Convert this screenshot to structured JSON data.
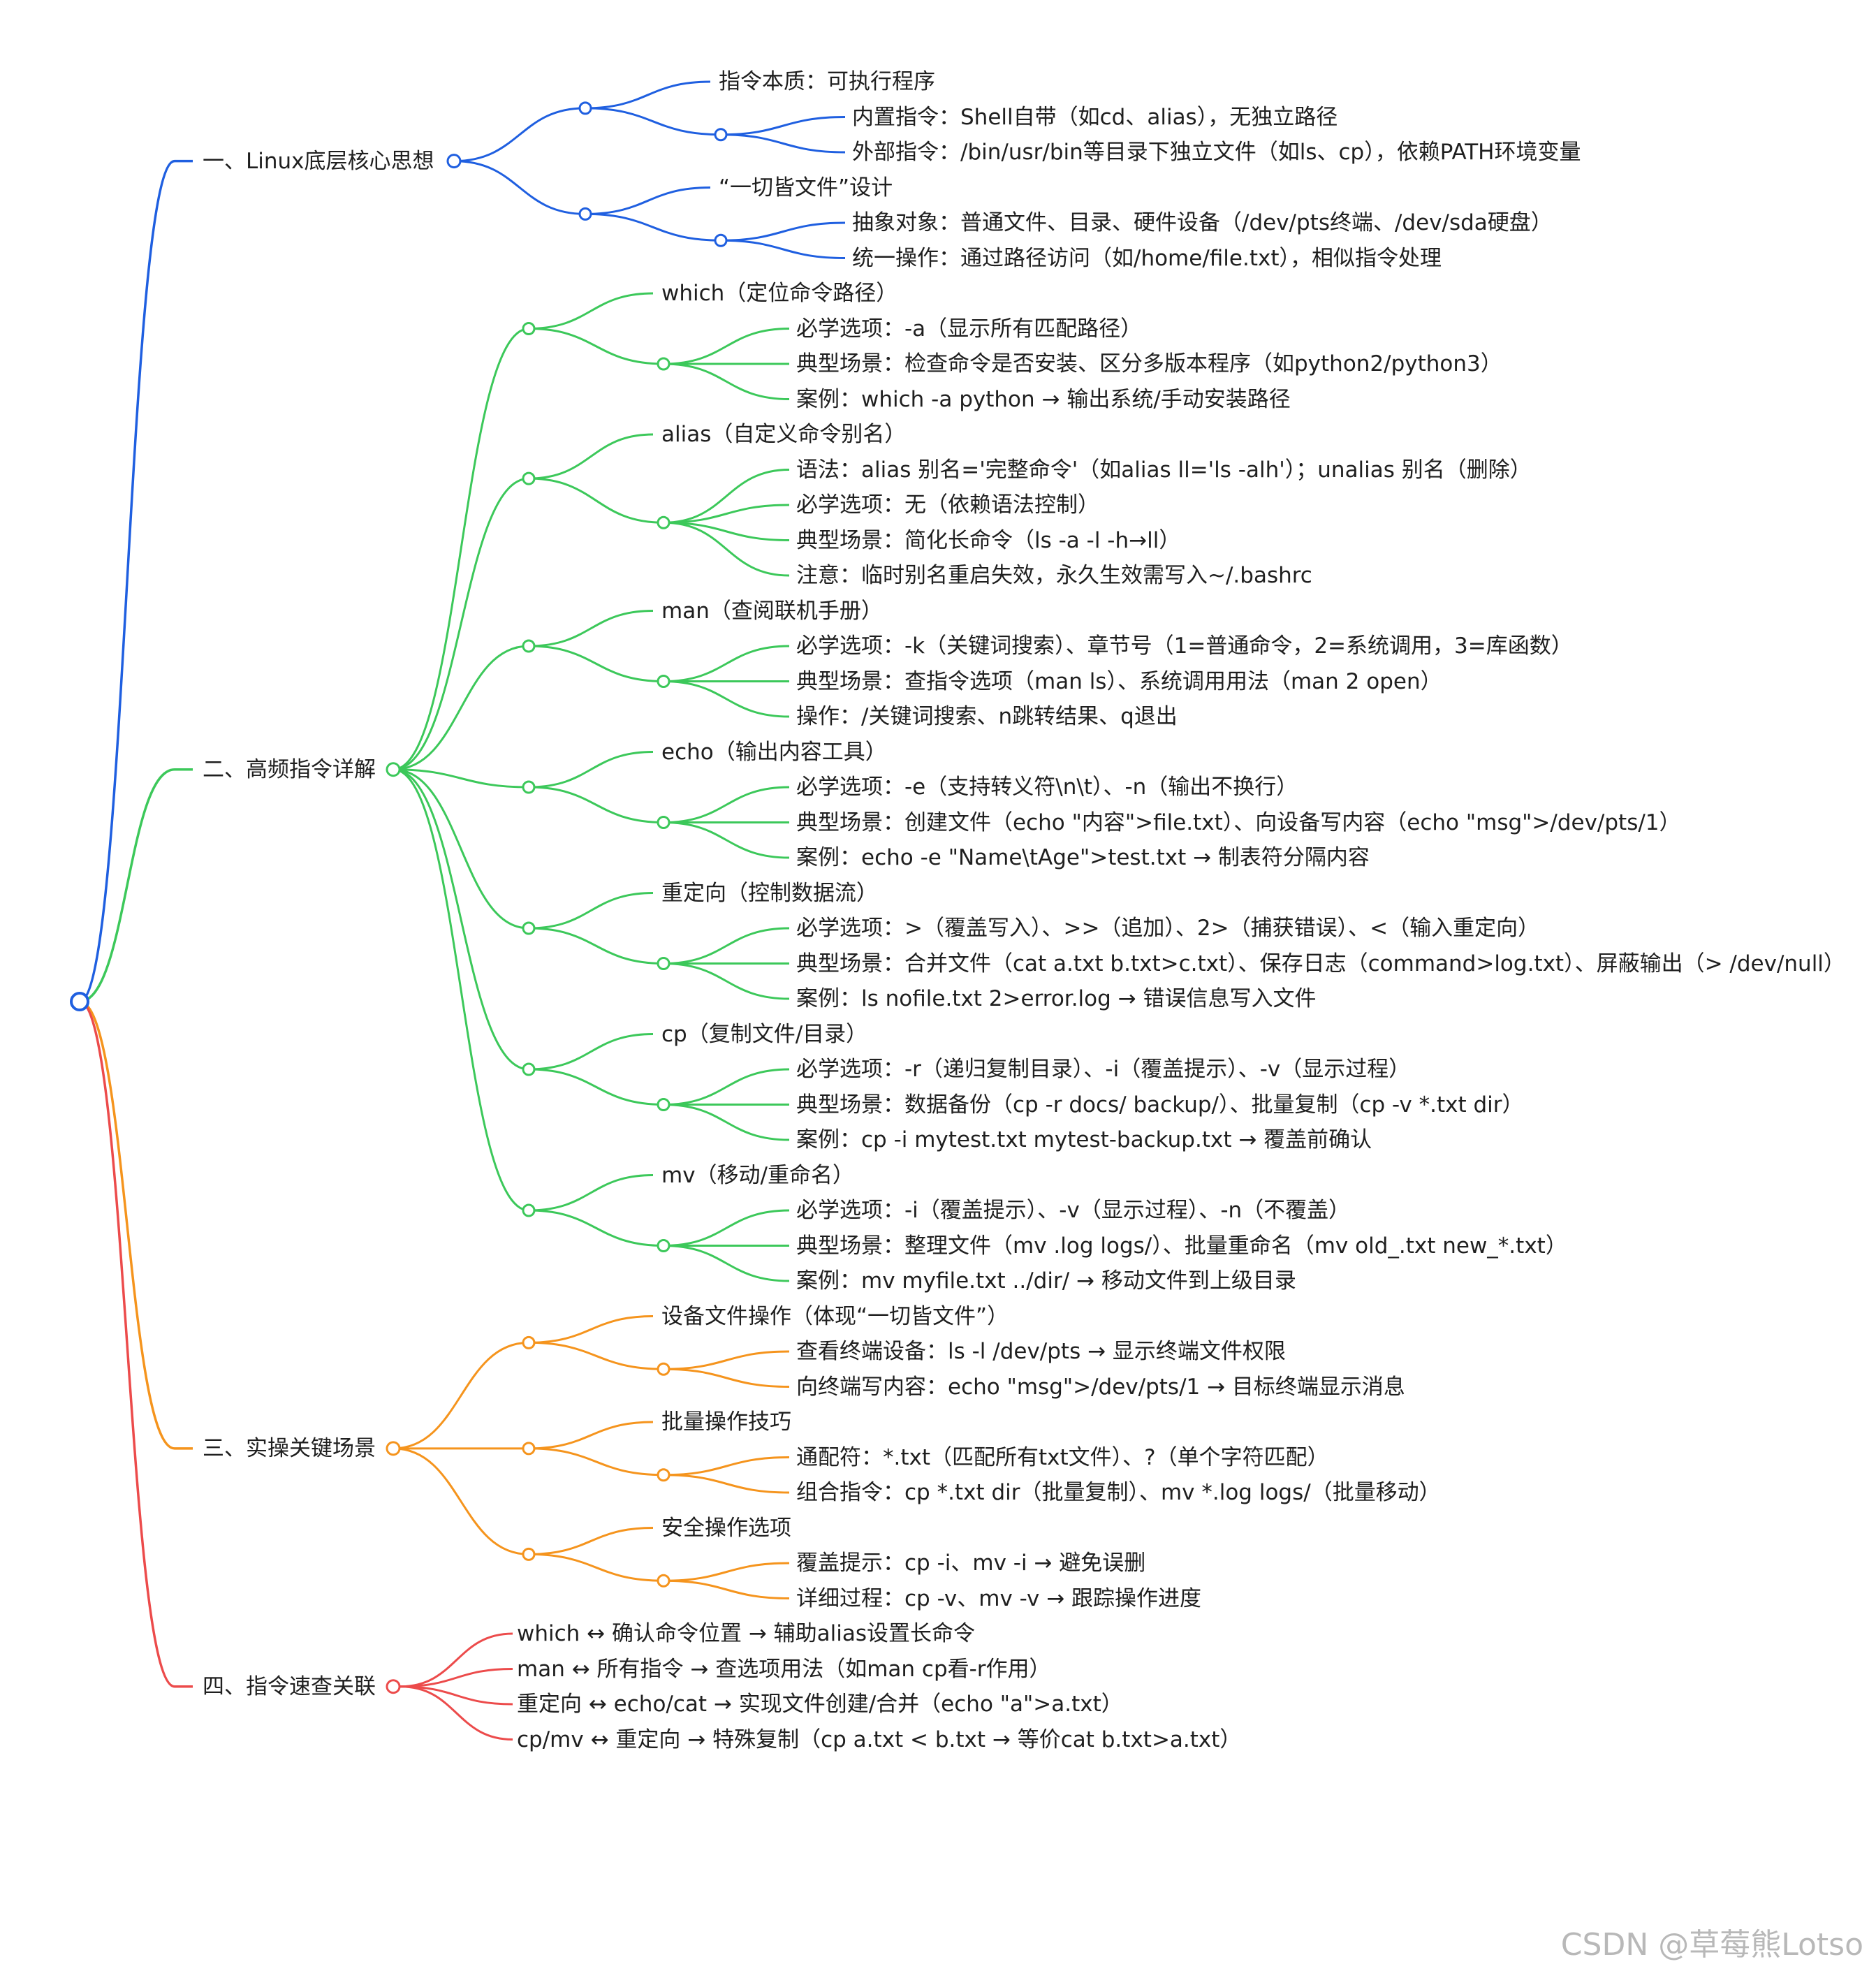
{
  "colors": {
    "s1": "#1f5fe0",
    "s2": "#3cc85a",
    "s3": "#f5941d",
    "s4": "#ec4b4b"
  },
  "root": {
    "label": ""
  },
  "sections": [
    {
      "label": "一、Linux底层核心思想",
      "color_key": "s1",
      "groups": [
        {
          "title": "指令本质：可执行程序",
          "items": [
            "内置指令：Shell自带（如cd、alias），无独立路径",
            "外部指令：/bin/usr/bin等目录下独立文件（如ls、cp），依赖PATH环境变量"
          ]
        },
        {
          "title": "“一切皆文件”设计",
          "items": [
            "抽象对象：普通文件、目录、硬件设备（/dev/pts终端、/dev/sda硬盘）",
            "统一操作：通过路径访问（如/home/file.txt），相似指令处理"
          ]
        }
      ]
    },
    {
      "label": "二、高频指令详解",
      "color_key": "s2",
      "groups": [
        {
          "title": "which（定位命令路径）",
          "items": [
            "必学选项：-a（显示所有匹配路径）",
            "典型场景：检查命令是否安装、区分多版本程序（如python2/python3）",
            "案例：which -a python → 输出系统/手动安装路径"
          ]
        },
        {
          "title": "alias（自定义命令别名）",
          "items": [
            "语法：alias 别名='完整命令'（如alias ll='ls -alh'）；unalias 别名（删除）",
            "必学选项：无（依赖语法控制）",
            "典型场景：简化长命令（ls -a -l -h→ll）",
            "注意：临时别名重启失效，永久生效需写入~/.bashrc"
          ]
        },
        {
          "title": "man（查阅联机手册）",
          "items": [
            "必学选项：-k（关键词搜索）、章节号（1=普通命令，2=系统调用，3=库函数）",
            "典型场景：查指令选项（man ls）、系统调用用法（man 2 open）",
            "操作：/关键词搜索、n跳转结果、q退出"
          ]
        },
        {
          "title": "echo（输出内容工具）",
          "items": [
            "必学选项：-e（支持转义符\\n\\t）、-n（输出不换行）",
            "典型场景：创建文件（echo \"内容\">file.txt）、向设备写内容（echo \"msg\">/dev/pts/1）",
            "案例：echo -e \"Name\\tAge\">test.txt → 制表符分隔内容"
          ]
        },
        {
          "title": "重定向（控制数据流）",
          "items": [
            "必学选项：>（覆盖写入）、>>（追加）、2>（捕获错误）、<（输入重定向）",
            "典型场景：合并文件（cat a.txt b.txt>c.txt）、保存日志（command>log.txt）、屏蔽输出（> /dev/null）",
            "案例：ls nofile.txt 2>error.log → 错误信息写入文件"
          ]
        },
        {
          "title": "cp（复制文件/目录）",
          "items": [
            "必学选项：-r（递归复制目录）、-i（覆盖提示）、-v（显示过程）",
            "典型场景：数据备份（cp -r docs/ backup/）、批量复制（cp -v *.txt dir）",
            "案例：cp -i mytest.txt mytest-backup.txt → 覆盖前确认"
          ]
        },
        {
          "title": "mv（移动/重命名）",
          "items": [
            "必学选项：-i（覆盖提示）、-v（显示过程）、-n（不覆盖）",
            "典型场景：整理文件（mv .log logs/）、批量重命名（mv old_.txt new_*.txt）",
            "案例：mv myfile.txt ../dir/ → 移动文件到上级目录"
          ]
        }
      ]
    },
    {
      "label": "三、实操关键场景",
      "color_key": "s3",
      "groups": [
        {
          "title": "设备文件操作（体现“一切皆文件”）",
          "items": [
            "查看终端设备：ls -l /dev/pts → 显示终端文件权限",
            "向终端写内容：echo \"msg\">/dev/pts/1 → 目标终端显示消息"
          ]
        },
        {
          "title": "批量操作技巧",
          "items": [
            "通配符：*.txt（匹配所有txt文件）、?（单个字符匹配）",
            "组合指令：cp *.txt dir（批量复制）、mv *.log logs/（批量移动）"
          ]
        },
        {
          "title": "安全操作选项",
          "items": [
            "覆盖提示：cp -i、mv -i → 避免误删",
            "详细过程：cp -v、mv -v → 跟踪操作进度"
          ]
        }
      ]
    },
    {
      "label": "四、指令速查关联",
      "color_key": "s4",
      "leaves": [
        "which ↔ 确认命令位置 → 辅助alias设置长命令",
        "man ↔ 所有指令 → 查选项用法（如man cp看-r作用）",
        "重定向 ↔ echo/cat → 实现文件创建/合并（echo \"a\">a.txt）",
        "cp/mv ↔ 重定向 → 特殊复制（cp a.txt < b.txt → 等价cat b.txt>a.txt）"
      ]
    }
  ],
  "watermark": "CSDN @草莓熊Lotso"
}
